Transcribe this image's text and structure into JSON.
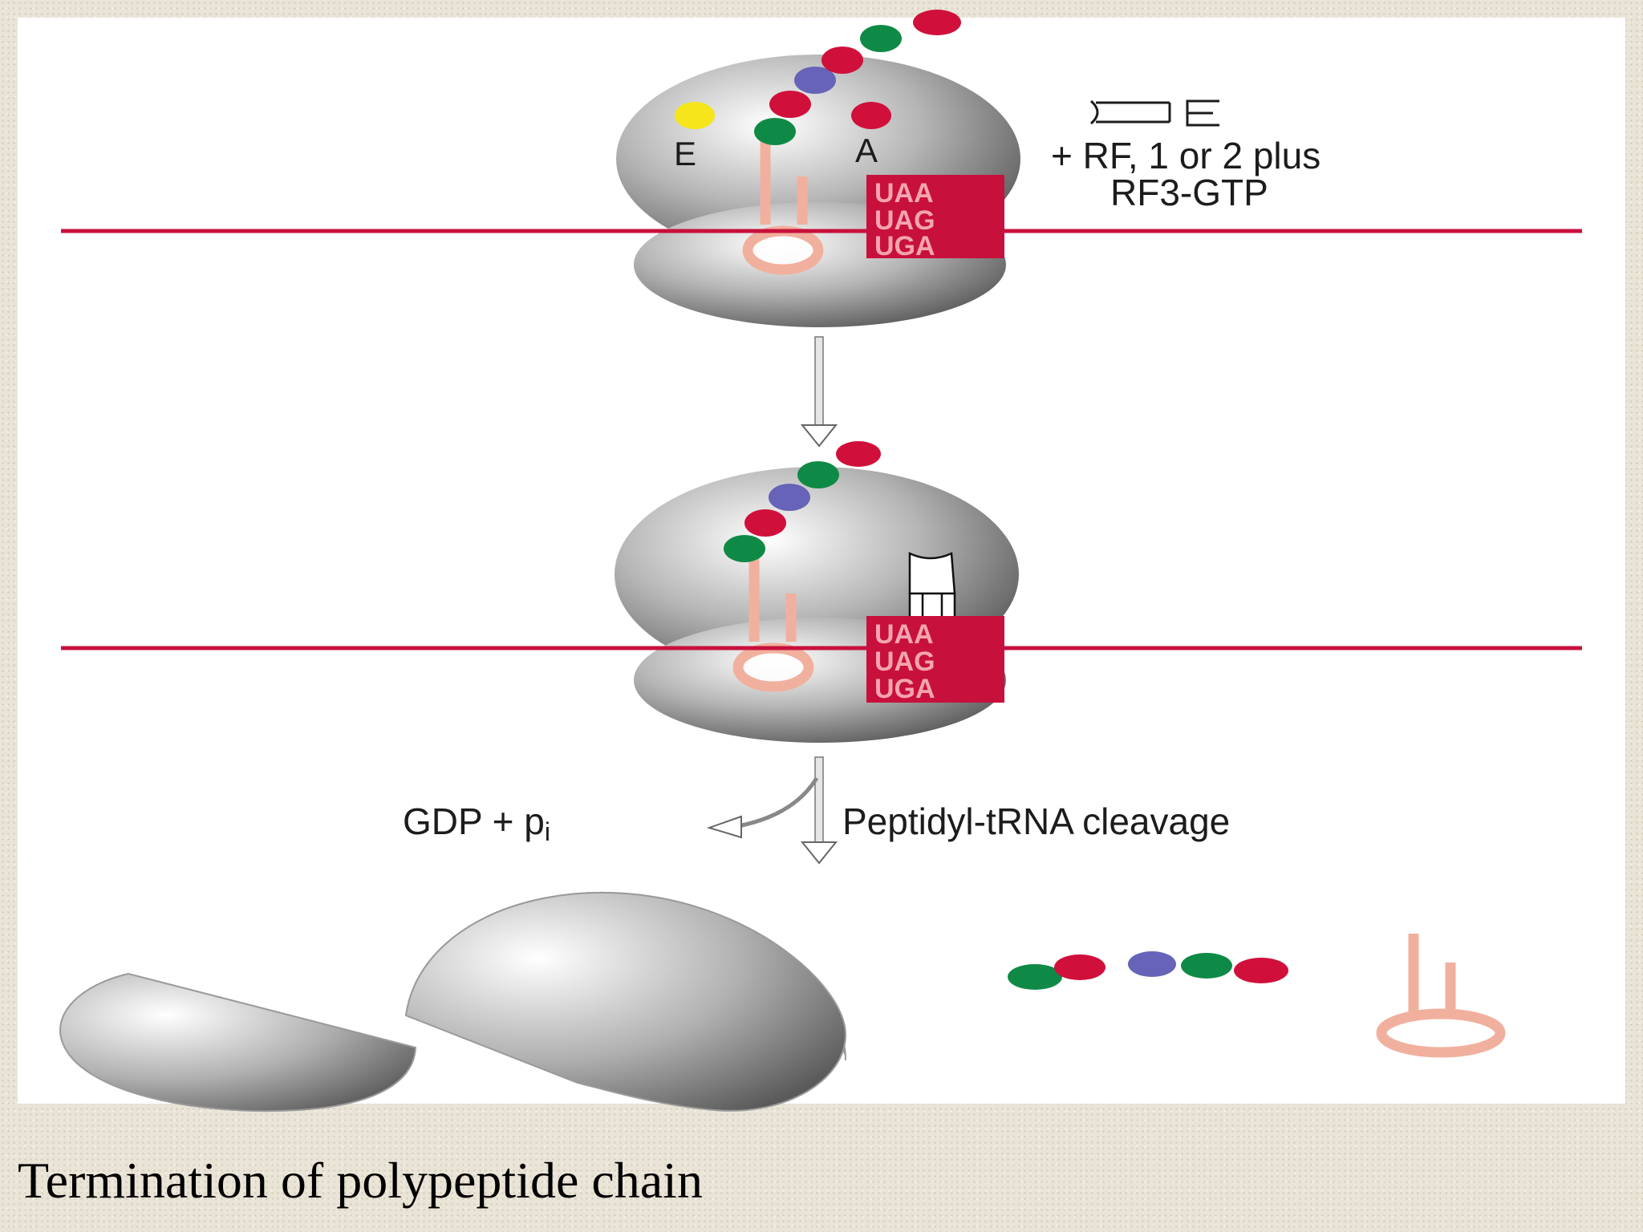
{
  "caption": "Termination of polypeptide chain",
  "step1": {
    "site_e": "E",
    "site_a": "A",
    "reagent_line1": "+ RF, 1 or 2 plus",
    "reagent_line2": "RF3-GTP",
    "codons": [
      "UAA",
      "UAG",
      "UGA"
    ]
  },
  "step2": {
    "codons": [
      "UAA",
      "UAG",
      "UGA"
    ]
  },
  "step3": {
    "byproduct": "GDP + p",
    "byproduct_sub": "i",
    "process": "Peptidyl-tRNA cleavage"
  },
  "colors": {
    "mrna": "#c8103c",
    "trna": "#f1b09e",
    "codon_box": "#c8103c",
    "bead_green": "#0f8a46",
    "bead_red": "#d0103a",
    "bead_blue": "#6663b8",
    "bead_yellow": "#f5e51a"
  }
}
